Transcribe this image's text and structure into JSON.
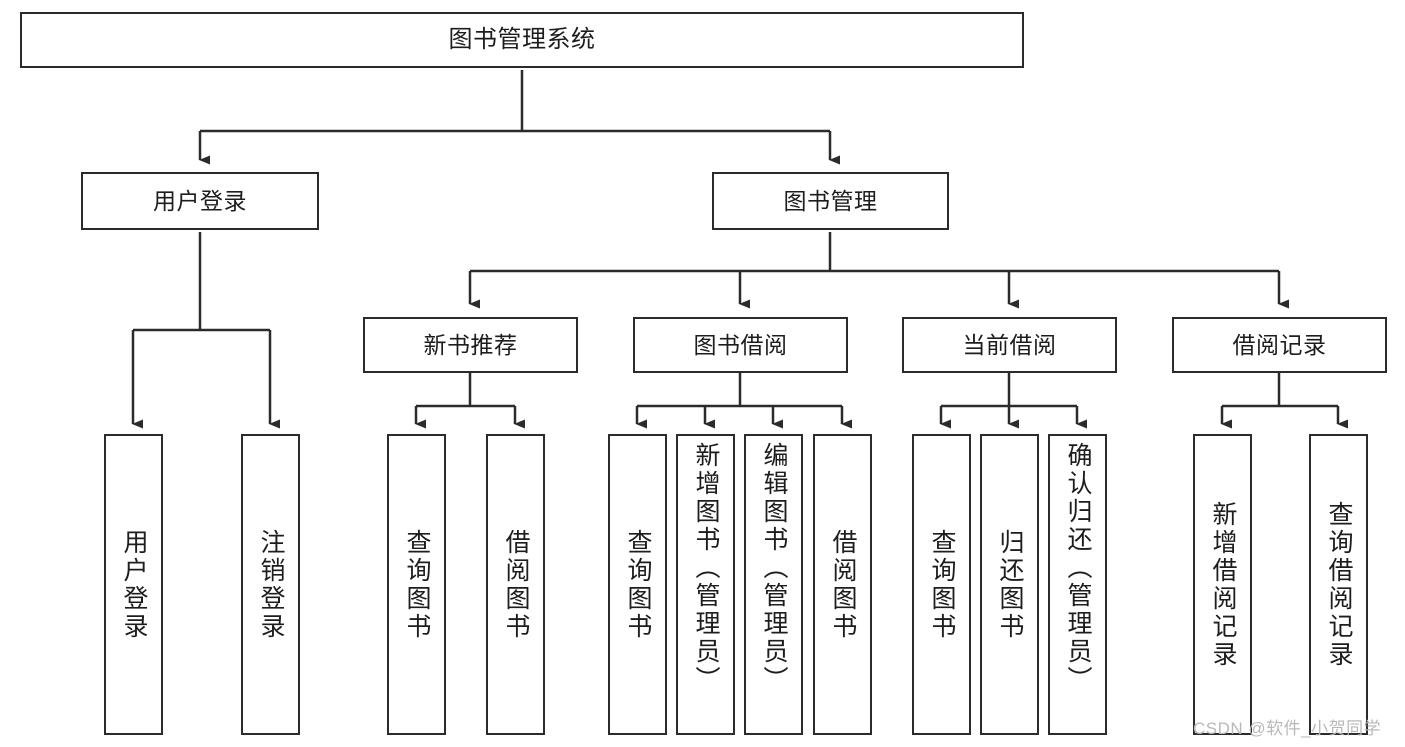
{
  "diagram": {
    "title": "图书管理系统",
    "type": "hierarchy-tree",
    "watermark": "CSDN @软件_小贺同学",
    "colors": {
      "box_border": "#2b2b2b",
      "box_fill": "#ffffff",
      "connector": "#2b2b2b",
      "text": "#1d1d1d",
      "watermark": "#b9b9b9",
      "background": "#ffffff"
    },
    "levels": {
      "root": [
        "图书管理系统"
      ],
      "level2": [
        "用户登录",
        "图书管理"
      ],
      "level3": [
        "新书推荐",
        "图书借阅",
        "当前借阅",
        "借阅记录"
      ]
    }
  },
  "nodes": {
    "root": {
      "label": "图书管理系统"
    },
    "login": {
      "label": "用户登录"
    },
    "bookmgmt": {
      "label": "图书管理"
    },
    "newbook": {
      "label": "新书推荐"
    },
    "borrow": {
      "label": "图书借阅"
    },
    "current": {
      "label": "当前借阅"
    },
    "records": {
      "label": "借阅记录"
    },
    "leaf_login_1": {
      "label": "用户登录"
    },
    "leaf_login_2": {
      "label": "注销登录"
    },
    "leaf_newbook_1": {
      "label": "查询图书"
    },
    "leaf_newbook_2": {
      "label": "借阅图书"
    },
    "leaf_borrow_1": {
      "label": "查询图书"
    },
    "leaf_borrow_2": {
      "label": "新增图书（管理员）"
    },
    "leaf_borrow_3": {
      "label": "编辑图书（管理员）"
    },
    "leaf_borrow_4": {
      "label": "借阅图书"
    },
    "leaf_current_1": {
      "label": "查询图书"
    },
    "leaf_current_2": {
      "label": "归还图书"
    },
    "leaf_current_3": {
      "label": "确认归还（管理员）"
    },
    "leaf_records_1": {
      "label": "新增借阅记录"
    },
    "leaf_records_2": {
      "label": "查询借阅记录"
    }
  }
}
